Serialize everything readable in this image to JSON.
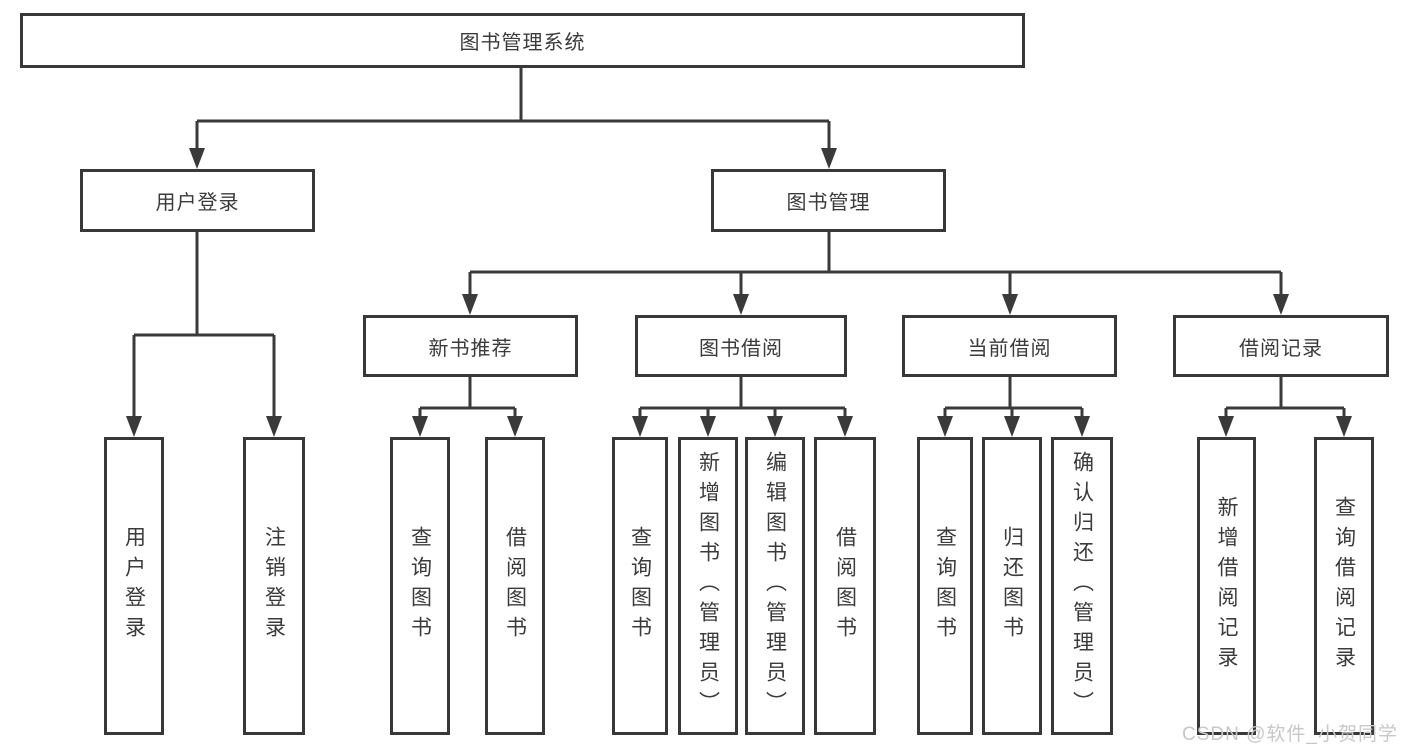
{
  "diagram": {
    "root": {
      "label": "图书管理系统"
    },
    "branches": [
      {
        "label": "用户登录",
        "leaves": [
          "用户登录",
          "注销登录"
        ]
      },
      {
        "label": "图书管理",
        "groups": [
          {
            "label": "新书推荐",
            "leaves": [
              "查询图书",
              "借阅图书"
            ]
          },
          {
            "label": "图书借阅",
            "leaves": [
              "查询图书",
              "新增图书（管理员）",
              "编辑图书（管理员）",
              "借阅图书"
            ]
          },
          {
            "label": "当前借阅",
            "leaves": [
              "查询图书",
              "归还图书",
              "确认归还（管理员）"
            ]
          },
          {
            "label": "借阅记录",
            "leaves": [
              "新增借阅记录",
              "查询借阅记录"
            ]
          }
        ]
      }
    ]
  },
  "watermark": {
    "text": "CSDN @软件_小贺同学"
  },
  "colors": {
    "line": "#3a3a3a",
    "border": "#383838",
    "text": "#3b3b3b",
    "watermark": "#c8c8c8",
    "background": "#ffffff"
  }
}
